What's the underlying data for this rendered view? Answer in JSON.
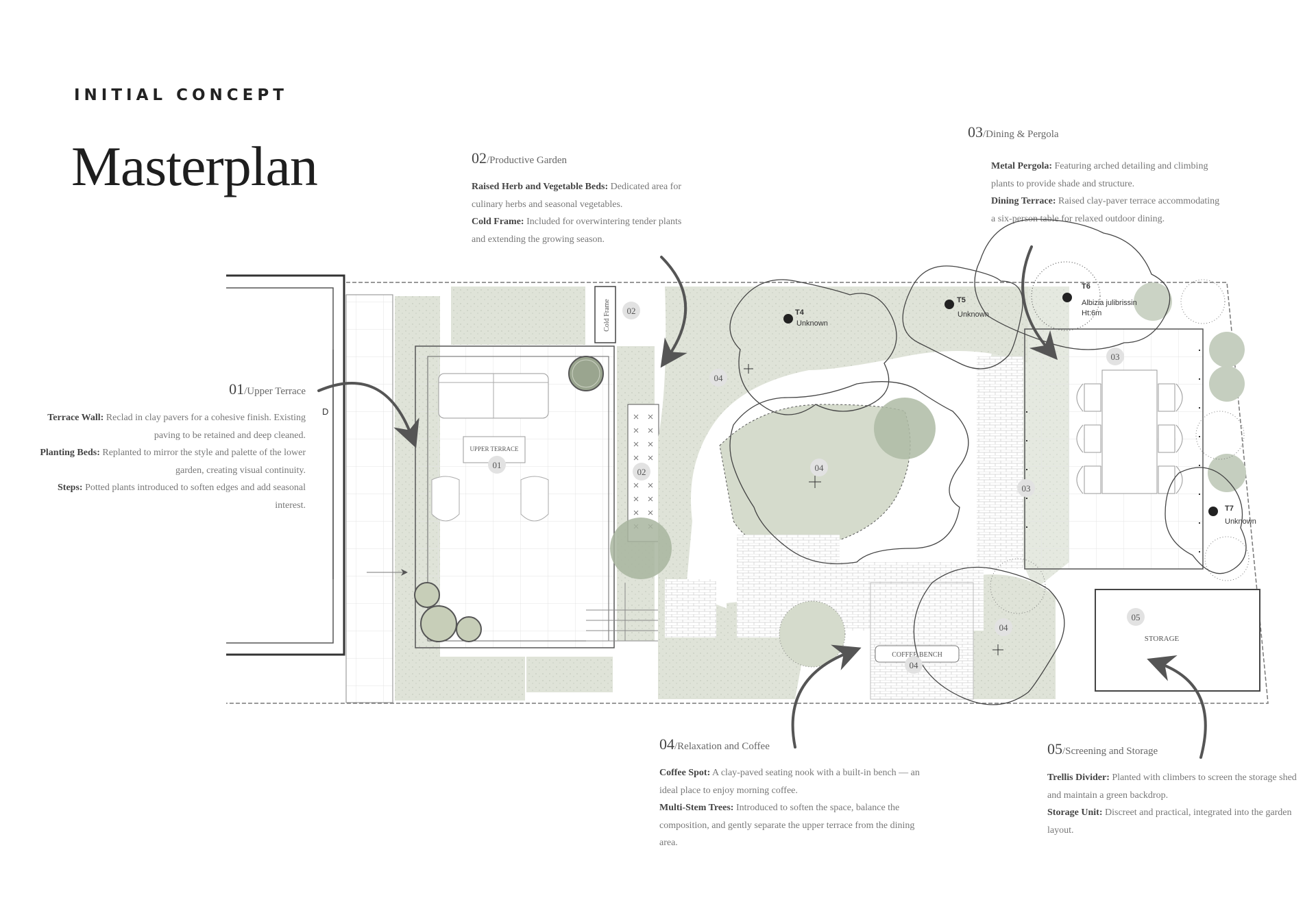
{
  "header": {
    "kicker": "INITIAL CONCEPT",
    "title": "Masterplan"
  },
  "annotations": {
    "a01": {
      "num": "01",
      "name": "Upper Terrace",
      "items": [
        {
          "term": "Terrace Wall:",
          "text": "Reclad in clay pavers for a cohesive finish. Existing paving to be retained and deep cleaned."
        },
        {
          "term": "Planting Beds:",
          "text": "Replanted to mirror the style and palette of the lower garden, creating visual continuity."
        },
        {
          "term": "Steps:",
          "text": "Potted plants introduced to soften edges and add seasonal interest."
        }
      ]
    },
    "a02": {
      "num": "02",
      "name": "Productive Garden",
      "items": [
        {
          "term": "Raised Herb and Vegetable Beds:",
          "text": "Dedicated area for culinary herbs and seasonal vegetables."
        },
        {
          "term": "Cold Frame:",
          "text": "Included for overwintering tender plants and extending the growing season."
        }
      ]
    },
    "a03": {
      "num": "03",
      "name": "Dining & Pergola",
      "items": [
        {
          "term": "Metal Pergola:",
          "text": "Featuring arched detailing and climbing plants to provide shade and structure."
        },
        {
          "term": "Dining Terrace:",
          "text": "Raised clay-paver terrace accommodating a six-person table for relaxed outdoor dining."
        }
      ]
    },
    "a04": {
      "num": "04",
      "name": "Relaxation and Coffee",
      "items": [
        {
          "term": "Coffee Spot:",
          "text": "A clay-paved seating nook with a built-in bench — an ideal place to enjoy morning coffee."
        },
        {
          "term": "Multi-Stem Trees:",
          "text": "Introduced to soften the space, balance the composition, and gently separate the upper terrace from the dining area."
        }
      ]
    },
    "a05": {
      "num": "05",
      "name": "Screening and Storage",
      "items": [
        {
          "term": "Trellis Divider:",
          "text": "Planted with climbers to screen the storage shed and maintain a green backdrop."
        },
        {
          "term": "Storage Unit:",
          "text": "Discreet and practical, integrated into the garden layout."
        }
      ]
    }
  },
  "plan": {
    "labels": {
      "upper_terrace": "UPPER TERRACE",
      "cold_frame": "Cold Frame",
      "coffee_bench": "COFFEE BENCH",
      "storage": "STORAGE",
      "door": "D"
    },
    "zone_markers": {
      "m01": "01",
      "m02a": "02",
      "m02b": "02",
      "m03a": "03",
      "m03b": "03",
      "m04a": "04",
      "m04b": "04",
      "m04c": "04",
      "m04d": "04",
      "m05": "05"
    },
    "trees": {
      "t4": {
        "id": "T4",
        "name": "Unknown"
      },
      "t5": {
        "id": "T5",
        "name": "Unknown"
      },
      "t6": {
        "id": "T6",
        "name": "Albizia julibrissin",
        "height": "Ht:6m"
      },
      "t7": {
        "id": "T7",
        "name": "Unknown"
      }
    }
  },
  "colors": {
    "planting": "#dfe3d8",
    "planting_dark": "#c5cebf",
    "line": "#444444",
    "marker": "#e2e2e2"
  }
}
